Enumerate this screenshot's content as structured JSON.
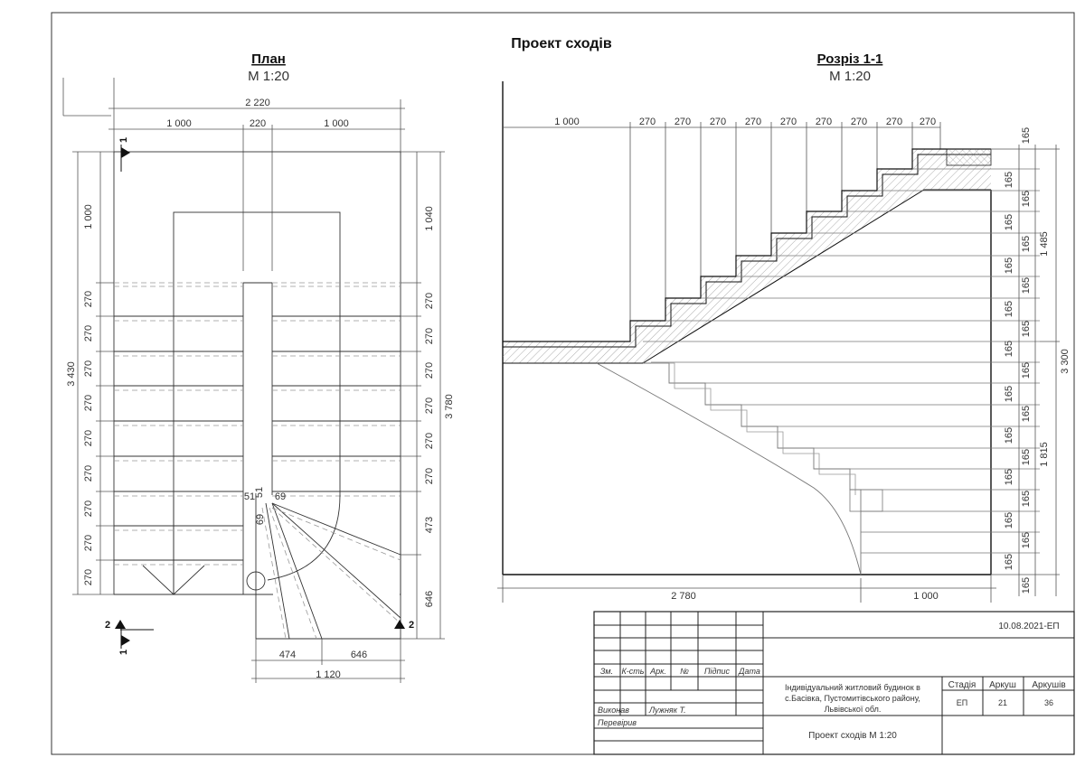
{
  "title": "Проект сходів",
  "plan": {
    "heading": "План",
    "scale": "М 1:20",
    "dims_top": {
      "overall": "2 220",
      "left": "1 000",
      "middle": "220",
      "right": "1 000"
    },
    "dims_left": {
      "overall": "3 430",
      "landing": "1 000",
      "steps": [
        "270",
        "270",
        "270",
        "270",
        "270",
        "270",
        "270",
        "270",
        "270"
      ]
    },
    "dims_right_inner": [
      "1 040",
      "270",
      "270",
      "270",
      "270",
      "270",
      "270",
      "473",
      "646"
    ],
    "dims_right_outer": "3 780",
    "dims_bottom": {
      "left": "474",
      "right": "646",
      "overall": "1 120"
    },
    "winder_labels": [
      "51",
      "51",
      "69",
      "69"
    ],
    "section_marks": {
      "m1": "1",
      "m2": "2"
    }
  },
  "section": {
    "heading": "Розріз 1-1",
    "scale": "М 1:20",
    "dims_top": [
      "1 000",
      "270",
      "270",
      "270",
      "270",
      "270",
      "270",
      "270",
      "270",
      "270"
    ],
    "dims_bottom": [
      "2 780",
      "1 000"
    ],
    "dims_right_rise": [
      "165",
      "165",
      "165",
      "165",
      "165",
      "165",
      "165",
      "165",
      "165",
      "165",
      "165",
      "165",
      "165",
      "165",
      "165",
      "165",
      "165",
      "165",
      "165",
      "165",
      "165"
    ],
    "dims_right_groups": [
      "1 485",
      "3 300",
      "1 815"
    ]
  },
  "title_block": {
    "code": "10.08.2021-ЕП",
    "columns": [
      "Зм.",
      "К-сть",
      "Арк.",
      "№",
      "Підпис",
      "Дата"
    ],
    "rows": [
      {
        "role": "Виконав",
        "name": "Лужняк Т."
      },
      {
        "role": "Перевірив",
        "name": ""
      }
    ],
    "project_lines": [
      "Індивідуальний житловий будинок в",
      "с.Басівка, Пустомитівського району,",
      "Львівської обл."
    ],
    "stage_headers": [
      "Стадія",
      "Аркуш",
      "Аркушів"
    ],
    "stage_values": [
      "ЕП",
      "21",
      "36"
    ],
    "sheet_title": "Проект сходів М 1:20"
  }
}
